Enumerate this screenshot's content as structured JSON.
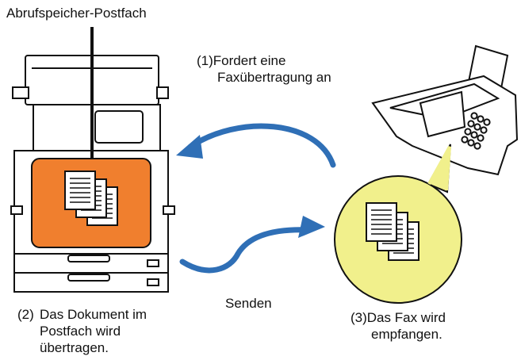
{
  "labels": {
    "mailbox": "Abrufspeicher-Postfach",
    "step1_num": "(1)",
    "step1_line1": "Fordert eine",
    "step1_line2": "Faxübertragung an",
    "step2_num": "(2)",
    "step2_line1": "Das Dokument im",
    "step2_line2": "Postfach wird",
    "step2_line3": "übertragen.",
    "step3_num": "(3)",
    "step3_line1": "Das Fax wird",
    "step3_line2": "empfangen.",
    "send": "Senden"
  },
  "colors": {
    "arrow": "#2f6fb6",
    "mailbox_fill": "#f07f2e",
    "bubble_fill": "#f1f08c",
    "outline": "#111111"
  }
}
